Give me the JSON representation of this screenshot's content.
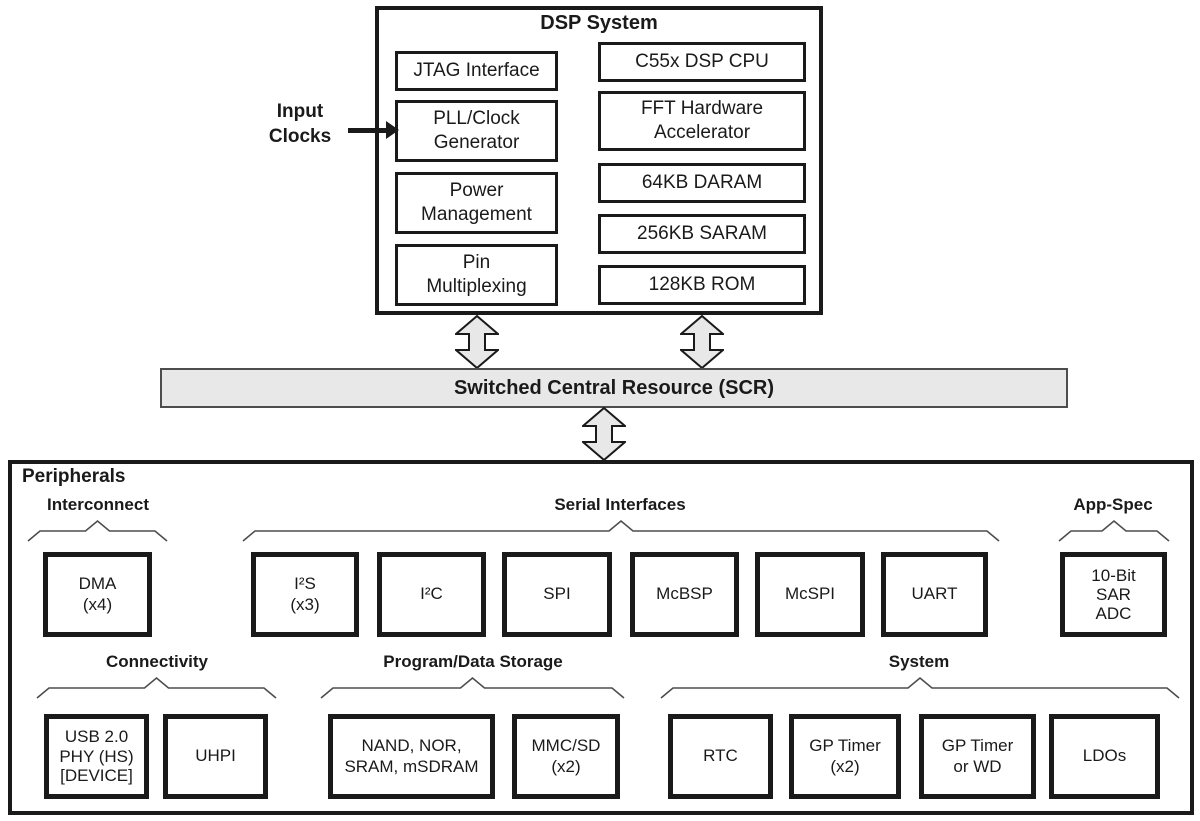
{
  "dsp_system": {
    "title": "DSP System",
    "left_blocks": [
      {
        "label": "JTAG Interface"
      },
      {
        "label": "PLL/Clock\nGenerator"
      },
      {
        "label": "Power\nManagement"
      },
      {
        "label": "Pin\nMultiplexing"
      }
    ],
    "right_blocks": [
      {
        "label": "C55x DSP CPU"
      },
      {
        "label": "FFT Hardware\nAccelerator"
      },
      {
        "label": "64KB DARAM"
      },
      {
        "label": "256KB SARAM"
      },
      {
        "label": "128KB ROM"
      }
    ]
  },
  "input_clocks": {
    "label": "Input\nClocks"
  },
  "scr": {
    "label": "Switched Central Resource (SCR)"
  },
  "peripherals": {
    "title": "Peripherals",
    "groups": [
      {
        "label": "Interconnect",
        "boxes": [
          {
            "label": "DMA\n(x4)"
          }
        ]
      },
      {
        "label": "Serial Interfaces",
        "boxes": [
          {
            "label": "I²S\n(x3)"
          },
          {
            "label": "I²C"
          },
          {
            "label": "SPI"
          },
          {
            "label": "McBSP"
          },
          {
            "label": "McSPI"
          },
          {
            "label": "UART"
          }
        ]
      },
      {
        "label": "App-Spec",
        "boxes": [
          {
            "label": "10-Bit\nSAR\nADC"
          }
        ]
      },
      {
        "label": "Connectivity",
        "boxes": [
          {
            "label": "USB 2.0\nPHY (HS)\n[DEVICE]"
          },
          {
            "label": "UHPI"
          }
        ]
      },
      {
        "label": "Program/Data Storage",
        "boxes": [
          {
            "label": "NAND, NOR,\nSRAM, mSDRAM"
          },
          {
            "label": "MMC/SD\n(x2)"
          }
        ]
      },
      {
        "label": "System",
        "boxes": [
          {
            "label": "RTC"
          },
          {
            "label": "GP Timer\n(x2)"
          },
          {
            "label": "GP Timer\nor WD"
          },
          {
            "label": "LDOs"
          }
        ]
      }
    ]
  },
  "colors": {
    "fill_gray": "#e8e8e8",
    "line": "#1a1a1a",
    "brace": "#4d4d4d"
  }
}
